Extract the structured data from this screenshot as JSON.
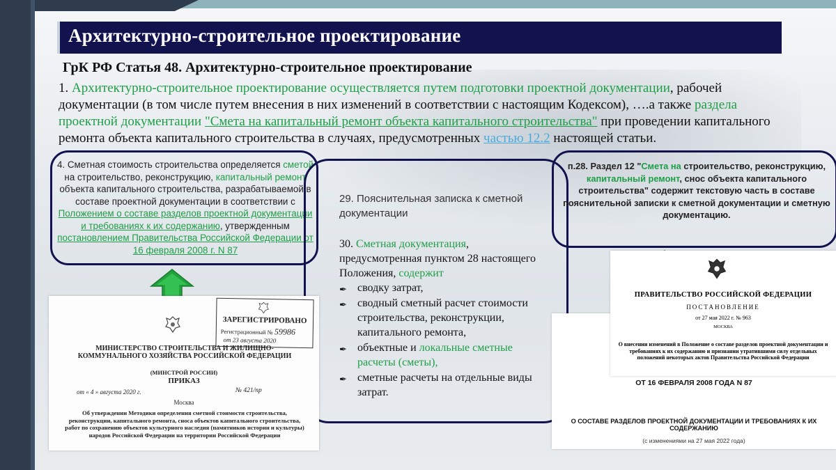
{
  "title": "Архитектурно-строительное проектирование",
  "subtitle": "ГрК РФ Статья 48. Архитектурно-строительное проектирование",
  "main": {
    "p1_num": "1. ",
    "p1_g1": "Архитектурно-строительное проектирование осуществляется путем подготовки проектной документации",
    "p1_t1": ", рабочей документации (в том числе путем внесения в них изменений в соответствии с настоящим Кодексом), ….а также ",
    "p1_g2": "раздела проектной документации ",
    "p1_link": "\"Смета на капитальный ремонт объекта капитального строительства\"",
    "p1_t2": " при проведении капитального ремонта объекта капитального строительства в случаях, предусмотренных ",
    "p1_link2": "частью 12.2",
    "p1_t3": " настоящей статьи."
  },
  "left_box": {
    "t1": "4. Сметная стоимость строительства определяется ",
    "g1": "сметой",
    "t2": " на строительство, реконструкцию, ",
    "g2": "капитальный ремонт",
    "t3": " объекта капитального строительства, разрабатываемой в составе проектной документации в соответствии с ",
    "link1": "Положением о составе разделов проектной документации и требованиях к их содержанию",
    "t4": ", утвержденным ",
    "link2": "постановлением Правительства Российской Федерации от 16 февраля 2008 г. N 87"
  },
  "mid_box": {
    "p29": "29. Пояснительная записка к сметной документации",
    "p30_num": "30. ",
    "p30_g1": "Сметная документация",
    "p30_t1": ", предусмотренная пунктом 28 настоящего Положения, ",
    "p30_g2": "содержит",
    "items": [
      {
        "text": "сводку затрат,"
      },
      {
        "text": "сводный сметный расчет стоимости строительства, реконструкции, капитального ремонта,"
      },
      {
        "pre": "объектные и ",
        "green": "локальные сметные расчеты (сметы),"
      },
      {
        "text": "сметные расчеты на отдельные виды затрат."
      }
    ]
  },
  "right_box": {
    "t1": "п.28. Раздел 12 \"",
    "g1": "Смета на",
    "t2": " строительство, реконструкцию, ",
    "g2": "капитальный ремонт",
    "t3": ", снос объекта капитального строительства\" содержит текстовую часть в составе пояснительной записки к сметной документации и сметную документацию."
  },
  "doc_left": {
    "stamp_title": "ЗАРЕГИСТРИРОВАНО",
    "stamp_reg": "Регистрационный №",
    "stamp_num": "59986",
    "stamp_date": "от 23 августа 2020",
    "ministry": "МИНИСТЕРСТВО СТРОИТЕЛЬСТВА И ЖИЛИЩНО-КОММУНАЛЬНОГО ХОЗЯЙСТВА РОССИЙСКОЙ ФЕДЕРАЦИИ",
    "ministry_short": "(МИНСТРОЙ РОССИИ)",
    "order": "ПРИКАЗ",
    "date": "от « 4 » августа 2020 г.",
    "number": "№ 421/пр",
    "city": "Москва",
    "desc": "Об утверждении Методики определения сметной стоимости строительства, реконструкции, капитального ремонта, сноса объектов капитального строительства, работ по сохранению объектов культурного наследия (памятников истории и культуры) народов Российской Федерации на территории Российской Федерации"
  },
  "doc_right": {
    "gov": "ПРАВИТЕЛЬСТВО РОССИЙСКОЙ ФЕДЕРАЦИИ",
    "decree": "ПОСТАНОВЛЕНИЕ",
    "date": "от 27 мая 2022 г.  № 963",
    "city": "МОСКВА",
    "desc": "О внесении изменений в Положение о составе разделов проектной документации и требованиях к их содержанию и признании утратившими силу отдельных положений некоторых актов Правительства Российской Федерации",
    "date87": "ОТ 16 ФЕВРАЛЯ 2008 ГОДА N 87",
    "title87": "О СОСТАВЕ РАЗДЕЛОВ ПРОЕКТНОЙ ДОКУМЕНТАЦИИ И ТРЕБОВАНИЯХ К ИХ СОДЕРЖАНИЮ",
    "changes": "(с изменениями на 27 мая 2022 года)"
  },
  "colors": {
    "navy": "#12124e",
    "green": "#1e9e46",
    "link_blue": "#4aa9dc",
    "arrow": "#22a23d"
  },
  "icons": {
    "arrow": "up-arrow-icon",
    "bullet": "pen-icon",
    "emblem": "coat-of-arms-icon"
  }
}
